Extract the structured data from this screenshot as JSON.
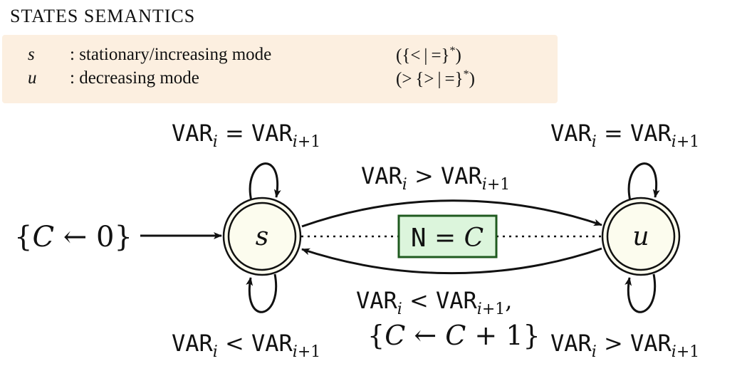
{
  "semantics": {
    "title": "STATES SEMANTICS",
    "rows": [
      {
        "state": "s",
        "description": ": stationary/increasing mode",
        "regex": "({< | =}*)"
      },
      {
        "state": "u",
        "description": ": decreasing mode",
        "regex": "(> {> | =}*)"
      }
    ]
  },
  "automaton": {
    "states": [
      {
        "id": "s",
        "label": "s"
      },
      {
        "id": "u",
        "label": "u"
      }
    ],
    "initial_action": "{C ← 0}",
    "transitions": {
      "s_loop_top": "VAR_i = VAR_{i+1}",
      "s_loop_bottom": "VAR_i < VAR_{i+1}",
      "u_loop_top": "VAR_i = VAR_{i+1}",
      "u_loop_bottom": "VAR_i > VAR_{i+1}",
      "s_to_u": "VAR_i > VAR_{i+1}",
      "u_to_s": "VAR_i < VAR_{i+1},",
      "u_to_s_action": "{C ← C + 1}"
    },
    "result_box": "N = C",
    "colors": {
      "state_fill": "#fcfcee",
      "result_fill": "#dcf5dc",
      "semantics_bg": "#fcefe0"
    }
  }
}
